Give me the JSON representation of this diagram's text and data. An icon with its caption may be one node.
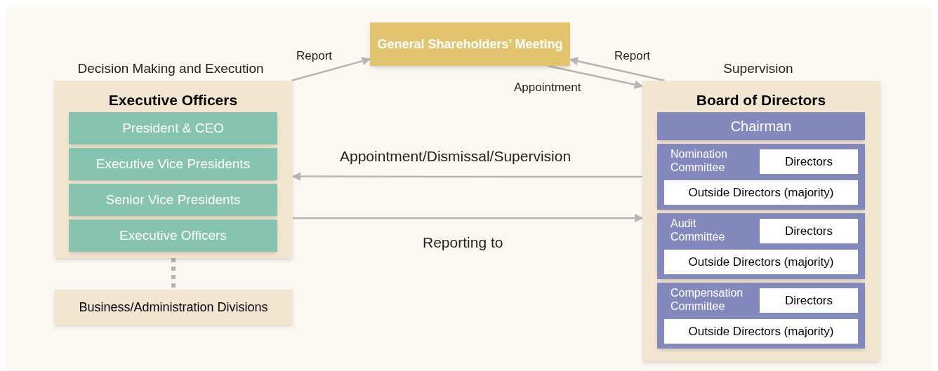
{
  "diagram": {
    "nodes": [
      {
        "text": [
          "General Shareholders’ Meeting"
        ]
      },
      {
        "text": [
          "Executive Officers"
        ],
        "beside": [
          "Decision Making and Execution"
        ]
      },
      {
        "text": [
          "President & CEO"
        ],
        "in": 1
      },
      {
        "text": [
          "Executive Vice Presidents"
        ],
        "in": 1
      },
      {
        "text": [
          "Senior Vice Presidents"
        ],
        "in": 1
      },
      {
        "text": [
          "Executive Officers"
        ],
        "in": 1
      },
      {
        "text": [
          "Business/Administration Divisions"
        ]
      },
      {
        "text": [
          "Board of Directors"
        ],
        "beside": [
          "Supervision"
        ]
      },
      {
        "text": [
          "Chairman"
        ],
        "in": 7
      },
      {
        "text": [
          "Nomination Committee"
        ],
        "in": 7
      },
      {
        "text": [
          "Directors"
        ],
        "in": 9
      },
      {
        "text": [
          "Outside Directors (majority)"
        ],
        "in": 9
      },
      {
        "text": [
          "Audit Committee"
        ],
        "in": 7
      },
      {
        "text": [
          "Directors"
        ],
        "in": 12
      },
      {
        "text": [
          "Outside Directors (majority)"
        ],
        "in": 12
      },
      {
        "text": [
          "Compensation Committee"
        ],
        "in": 7
      },
      {
        "text": [
          "Directors"
        ],
        "in": 15
      },
      {
        "text": [
          "Outside Directors (majority)"
        ],
        "in": 15
      }
    ],
    "edges": [
      {
        "from": 1,
        "to": 0,
        "arrow": "to",
        "label": "Report"
      },
      {
        "from": 7,
        "to": 0,
        "arrow": "to",
        "label": "Report"
      },
      {
        "from": 0,
        "to": 7,
        "arrow": "to",
        "label": "Appointment"
      },
      {
        "from": 7,
        "to": 1,
        "arrow": "to",
        "label": "Appointment/Dismissal/Supervision"
      },
      {
        "from": 1,
        "to": 7,
        "arrow": "to",
        "label": "Reporting to"
      },
      {
        "from": 1,
        "to": 6,
        "arrow": "none",
        "style": "dashed"
      }
    ]
  }
}
